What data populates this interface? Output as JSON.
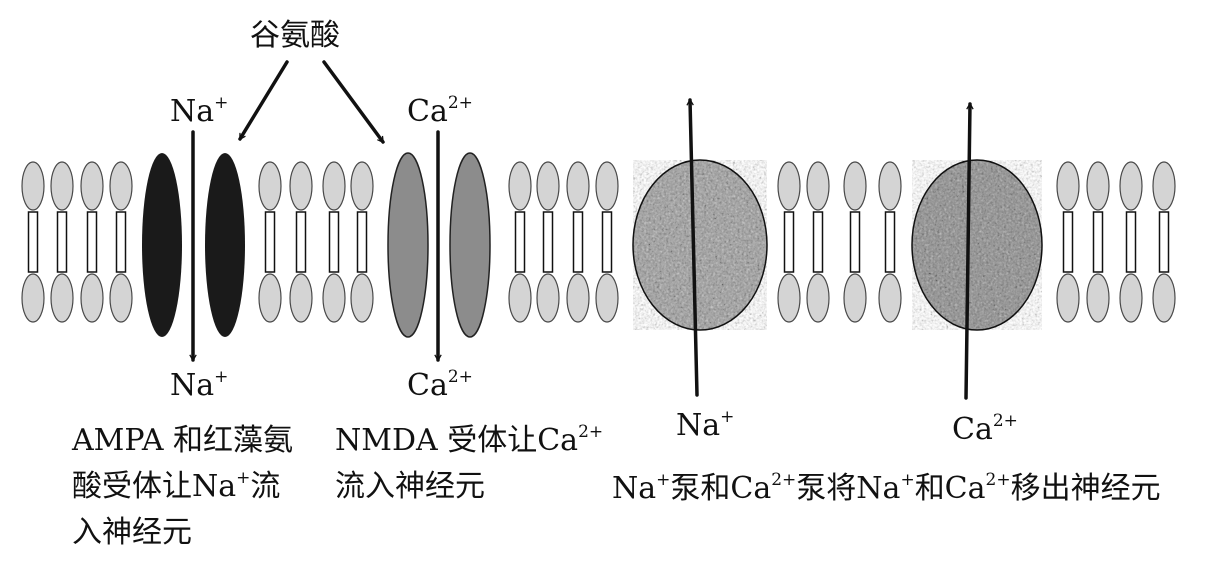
{
  "labels": {
    "glutamate": "谷氨酸",
    "ampa_top_ion": "Na",
    "ampa_top_charge": "+",
    "ampa_bottom_ion": "Na",
    "ampa_bottom_charge": "+",
    "nmda_top_ion": "Ca",
    "nmda_top_charge": "2+",
    "nmda_bottom_ion": "Ca",
    "nmda_bottom_charge": "2+",
    "na_pump_ion": "Na",
    "na_pump_charge": "+",
    "ca_pump_ion": "Ca",
    "ca_pump_charge": "2+"
  },
  "captions": {
    "ampa": {
      "line1": "AMPA 和红藻氨",
      "line2_a": "酸受体让Na",
      "line2_sup": "+",
      "line2_b": "流",
      "line3": "入神经元"
    },
    "nmda": {
      "line1_a": "NMDA 受体让Ca",
      "line1_sup": "2+",
      "line2": "流入神经元"
    },
    "pumps": {
      "t1": "Na",
      "s1": "+",
      "t2": "泵和Ca",
      "s2": "2+",
      "t3": "泵将Na",
      "s3": "+",
      "t4": "和Ca",
      "s4": "2+",
      "t5": "移出神经元"
    }
  },
  "colors": {
    "lipid_fill": "#d4d4d4",
    "lipid_stroke": "#4a4a4a",
    "ampa_channel": "#1a1a1a",
    "nmda_channel": "#8c8c8c",
    "pump_texture": "#9a9a9a",
    "arrow": "#111111"
  },
  "icons": {
    "ampa_channel": "dark-ellipse-pair",
    "nmda_channel": "grey-ellipse-pair",
    "pumps": "textured-ellipse",
    "lipid": "phospholipid-dumbbell"
  }
}
